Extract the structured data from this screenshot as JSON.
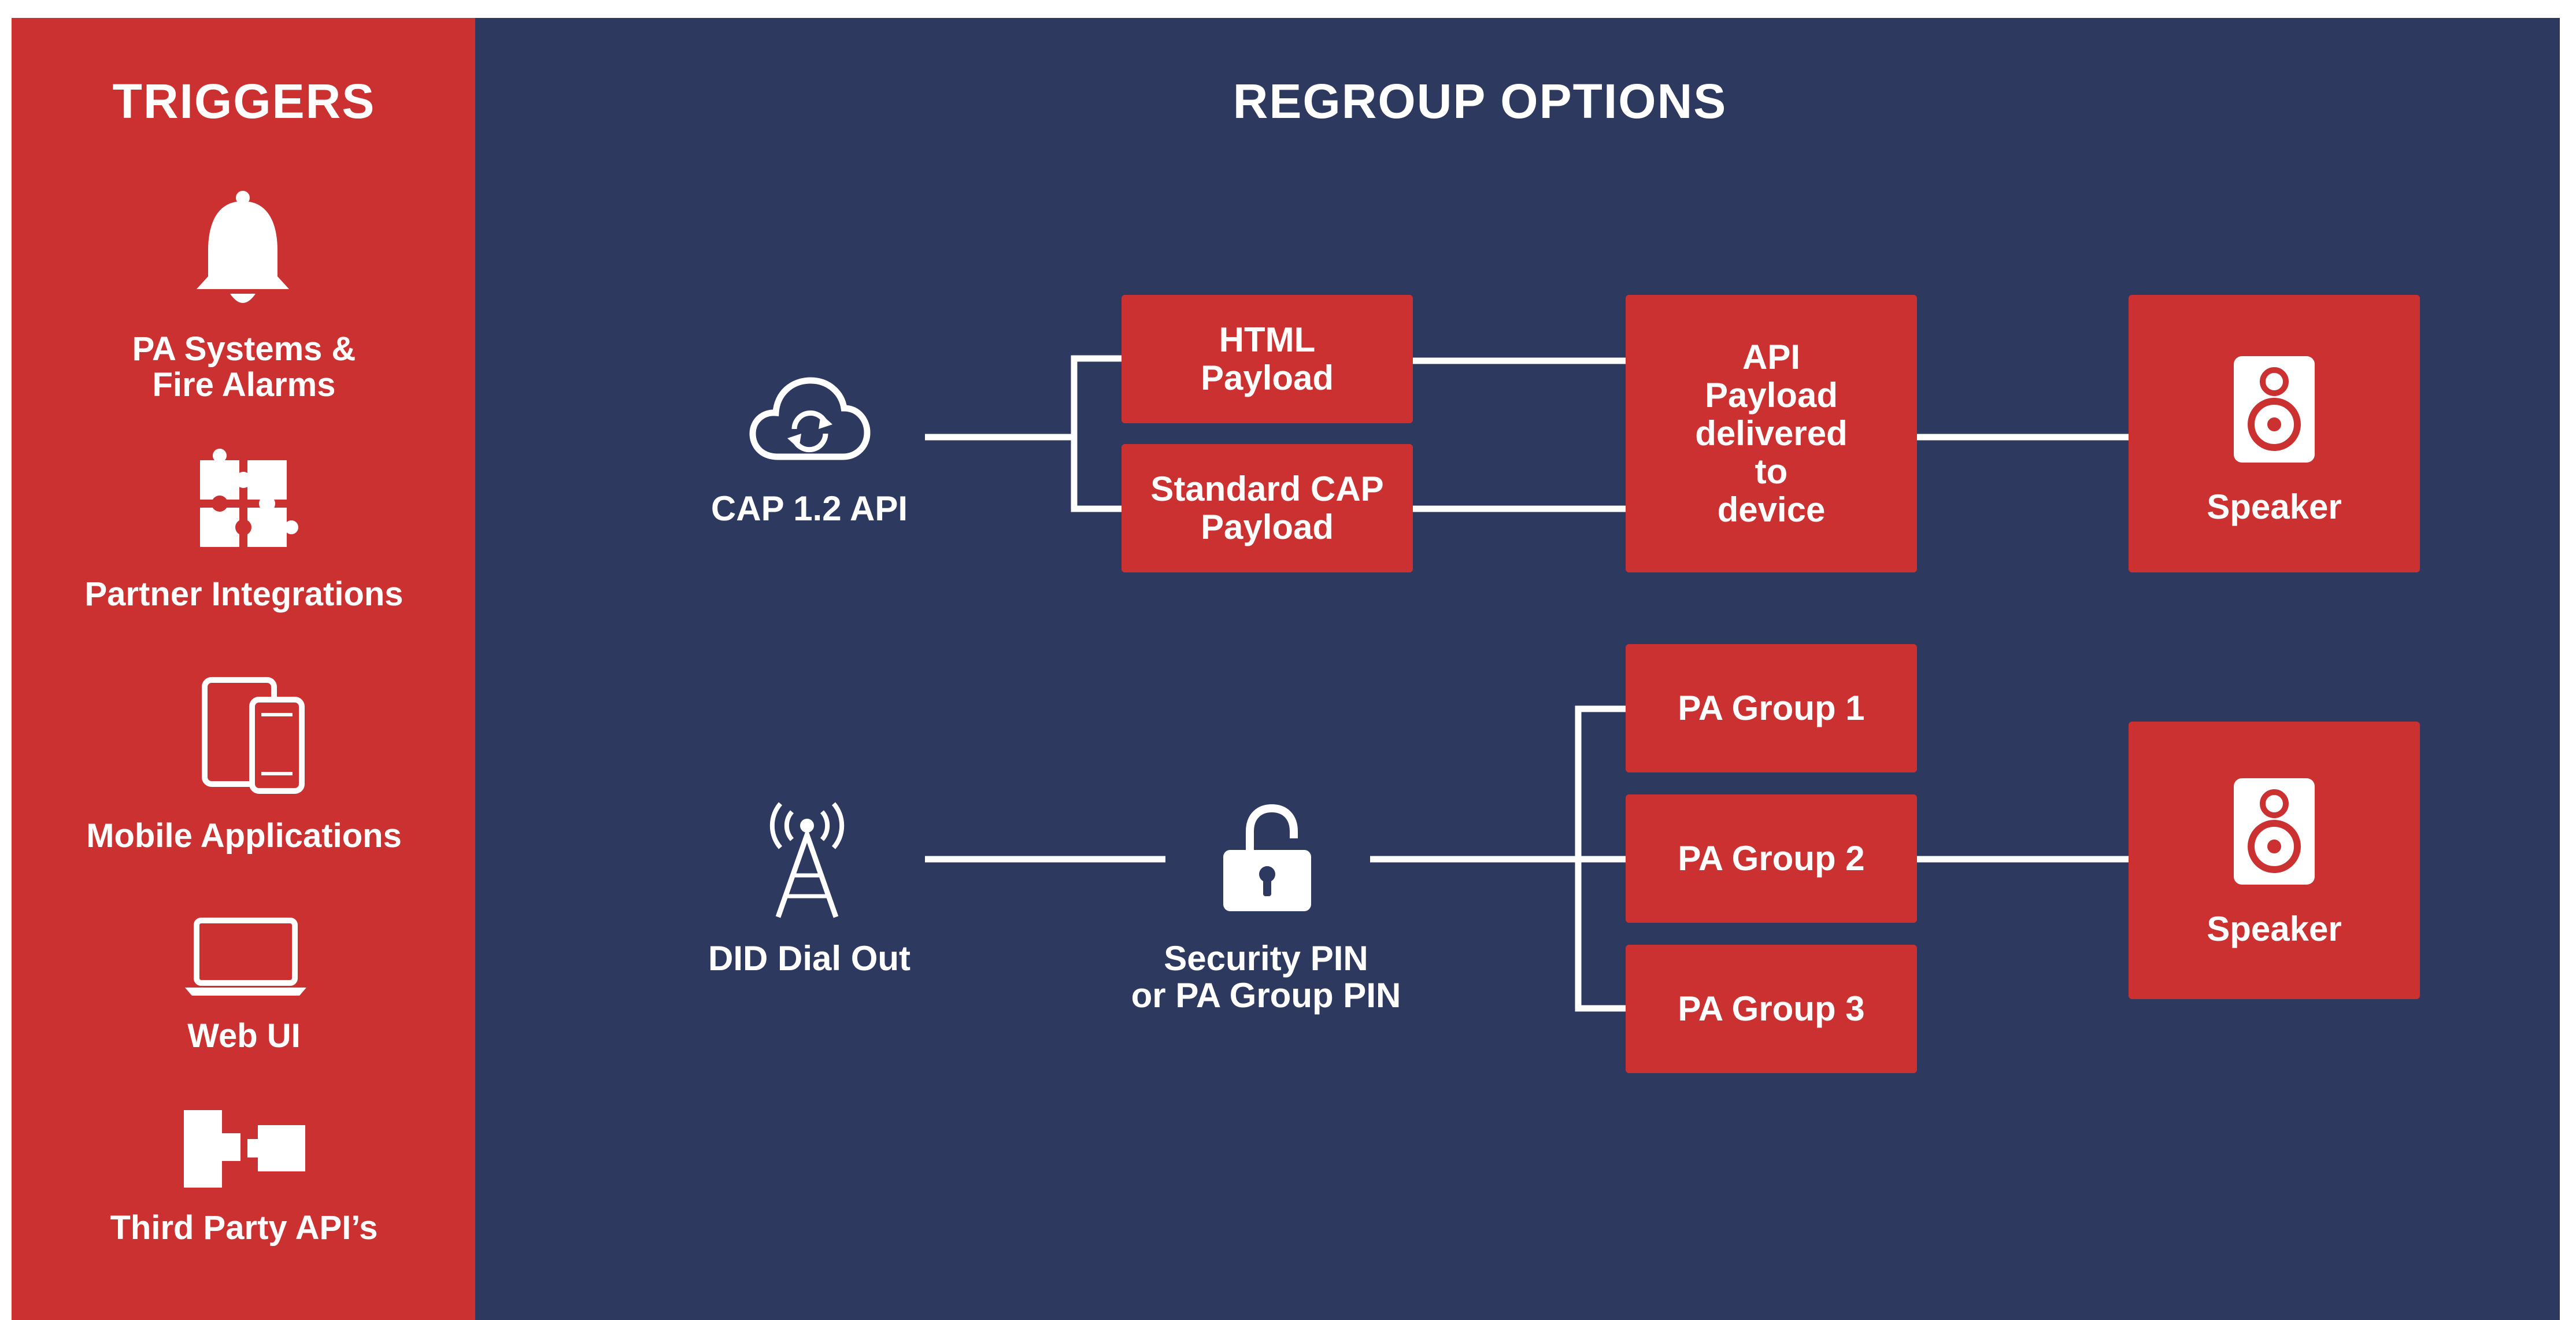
{
  "triggers": {
    "title": "TRIGGERS",
    "items": [
      {
        "label_line1": "PA Systems &",
        "label_line2": "Fire Alarms",
        "icon": "bell-icon"
      },
      {
        "label": "Partner Integrations",
        "icon": "puzzle-icon"
      },
      {
        "label": "Mobile Applications",
        "icon": "mobile-devices-icon"
      },
      {
        "label": "Web UI",
        "icon": "laptop-icon"
      },
      {
        "label": "Third Party API’s",
        "icon": "api-connector-icon"
      }
    ]
  },
  "regroup": {
    "title": "REGROUP OPTIONS",
    "cap": {
      "label": "CAP 1.2 API",
      "icon": "cloud-sync-icon",
      "html_payload": "HTML\nPayload",
      "standard_cap_payload": "Standard CAP\nPayload",
      "api_payload": "API\nPayload\ndelivered\nto\ndevice",
      "speaker": "Speaker"
    },
    "did": {
      "label": "DID Dial Out",
      "icon": "radio-tower-icon",
      "security_line1": "Security PIN",
      "security_line2": "or PA Group PIN",
      "security_icon": "unlocked-padlock-icon",
      "groups": [
        "PA Group 1",
        "PA Group 2",
        "PA Group 3"
      ],
      "speaker": "Speaker"
    }
  },
  "colors": {
    "red": "#cc3131",
    "navy": "#2e3960",
    "white": "#ffffff"
  }
}
